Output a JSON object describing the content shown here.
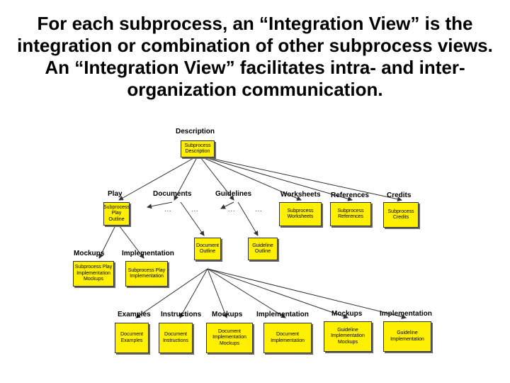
{
  "title": "For each subprocess, an “Integration View” is the integration or combination of other subprocess views. An “Integration View” facilitates intra- and inter-organization communication.",
  "labels": {
    "description": "Description",
    "play": "Play",
    "documents": "Documents",
    "guidelines": "Guidelines",
    "worksheets": "Worksheets",
    "references": "References",
    "credits": "Credits",
    "mockups": "Mockups",
    "implementation": "Implementation",
    "examples": "Examples",
    "instructions": "Instructions",
    "mockups2": "Mockups",
    "implementation2": "Implementation",
    "mockups3": "Mockups",
    "implementation3": "Implementation"
  },
  "boxes": {
    "description": "Subprocess Description",
    "play": "Subprocess Play Outline",
    "worksheets": "Subprocess Worksheets",
    "references": "Subprocess References",
    "credits": "Subprocess Credits",
    "document_outline": "Document Outline",
    "guideline_outline": "Guideline Outline",
    "play_mockups": "Subprocess Play Implementation Mockups",
    "play_implementation": "Subprocess Play Implementation",
    "doc_examples": "Document Examples",
    "doc_instructions": "Document Instructions",
    "doc_impl_mockups": "Document Implementation Mockups",
    "doc_implementation": "Document Implementation",
    "guideline_impl_mockups": "Guideline Implementation Mockups",
    "guideline_implementation": "Guideline Implementation"
  },
  "ellipsis": "...",
  "colors": {
    "box": "#ffef00",
    "line": "#333333"
  }
}
